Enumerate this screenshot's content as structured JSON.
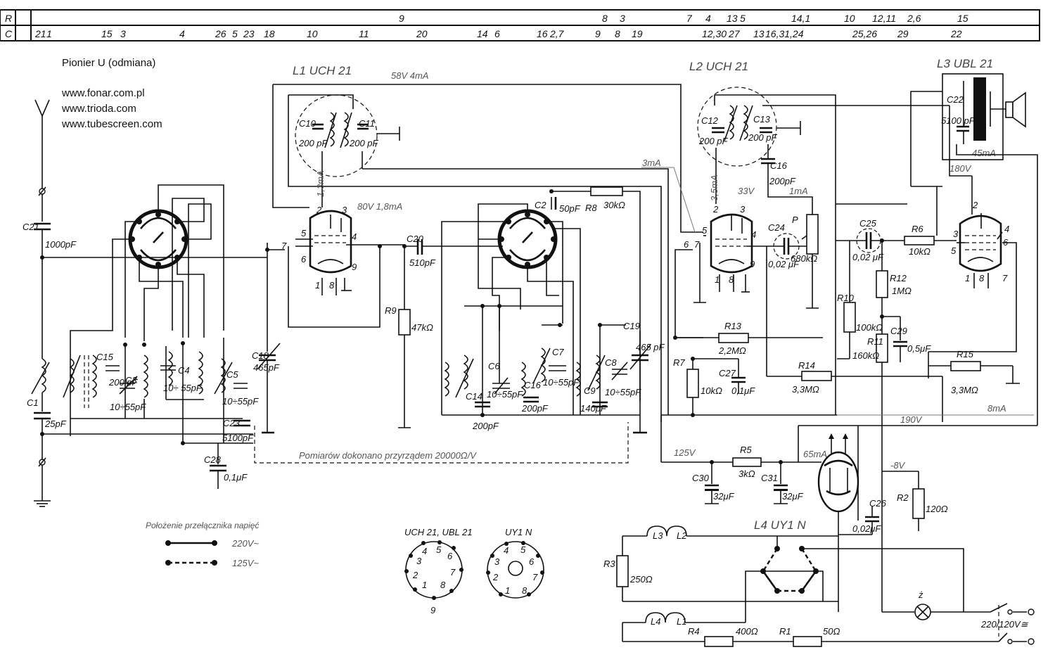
{
  "header": {
    "row_r_label": "R",
    "row_c_label": "C",
    "row_r": [
      "9",
      "8",
      "3",
      "7",
      "4",
      "13",
      "5",
      "14,1",
      "10",
      "12,11",
      "2,6",
      "15"
    ],
    "row_c": [
      "21",
      "1",
      "15",
      "3",
      "4",
      "26",
      "5",
      "23",
      "18",
      "10",
      "11",
      "20",
      "14",
      "6",
      "16",
      "2,7",
      "9",
      "8",
      "19",
      "12,30",
      "27",
      "13",
      "16,31,24",
      "25,26",
      "29",
      "22"
    ]
  },
  "title": {
    "name": "Pionier U (odmiana)",
    "site1": "www.fonar.com.pl",
    "site2": "www.trioda.com",
    "site3": "www.tubescreen.com"
  },
  "tubes": {
    "l1": "L1  UCH 21",
    "l2": "L2  UCH 21",
    "l3": "L3  UBL 21",
    "l4": "L4  UY1 N"
  },
  "measurements": {
    "m1": "58V   4mA",
    "m2": "80V  1,8mA",
    "m3": "1,3mA",
    "m4": "3mA",
    "m5": "3,5mA",
    "m6": "33V",
    "m7": "1mA",
    "m8": "180V",
    "m9": "45mA",
    "m10": "8mA",
    "m11": "190V",
    "m12": "125V",
    "m13": "65mA",
    "m14": "-8V"
  },
  "components": {
    "c21": "C21",
    "c21v": "1000pF",
    "c1": "C1",
    "c1v": "25pF",
    "c15": "C15",
    "c15v": "200 pF",
    "c3": "C3",
    "c3v": "10÷55pF",
    "c4": "C4",
    "c4v": "10÷  55pF",
    "c5": "C5",
    "c5v": "10÷55pF",
    "c18": "C18",
    "c18v": "465pF",
    "c23": "C23",
    "c23v": "5100pF",
    "c28": "C28",
    "c28v": "0,1μF",
    "c10": "C10",
    "c10v": "200 pF",
    "c11": "C11",
    "c11v": "200 pF",
    "c20": "C20",
    "c20v": "510pF",
    "r9": "R9",
    "r9v": "47kΩ",
    "c2": "C2",
    "c2v": "50pF",
    "r8": "R8",
    "r8v": "30kΩ",
    "c14": "C14",
    "c6": "C6",
    "c6v": "10÷55pF",
    "c14v": "200pF",
    "c16": "C16",
    "c16v": "200pF",
    "c7": "C7",
    "c7v": "10÷55pF",
    "c9": "C9",
    "c9v": "140pF",
    "c8": "C8",
    "c8v": "10÷55pF",
    "c19": "C19",
    "c19v": "465 pF",
    "c12": "C12",
    "c12v": "200 pF",
    "c13": "C13",
    "c13v": "200 pF",
    "c16b": "C16",
    "c16bv": "200pF",
    "c24": "C24",
    "c24v": "0,02 μF",
    "p": "P",
    "pv": "680kΩ",
    "r13": "R13",
    "r13v": "2,2MΩ",
    "r7": "R7",
    "r7v": "10kΩ",
    "c27": "C27",
    "c27v": "0,1μF",
    "r14": "R14",
    "r14v": "3,3MΩ",
    "c25": "C25",
    "c25v": "0,02 μF",
    "r6": "R6",
    "r6v": "10kΩ",
    "r12": "R12",
    "r12v": "1MΩ",
    "r10": "R10",
    "r10v": "100kΩ",
    "r11": "R11",
    "r11v": "160kΩ",
    "c29": "C29",
    "c29v": "0,5μF",
    "r15": "R15",
    "r15v": "3,3MΩ",
    "c22": "C22",
    "c22v": "5100 pF",
    "r5": "R5",
    "r5v": "3kΩ",
    "c30": "C30",
    "c30v": "32μF",
    "c31": "C31",
    "c31v": "32μF",
    "c26": "C26",
    "c26v": "0,02μF",
    "r2": "R2",
    "r2v": "120Ω",
    "r3": "R3",
    "r3v": "250Ω",
    "r4": "R4",
    "r4v": "400Ω",
    "r1": "R1",
    "r1v": "50Ω",
    "l3f": "L3",
    "l2f": "L2",
    "l4f": "L4",
    "l1f": "L1",
    "z": "ż",
    "mains": "220/120V≅"
  },
  "pins_l1": [
    "2",
    "3",
    "5",
    "7",
    "6",
    "4",
    "1",
    "8",
    "9"
  ],
  "pins_l2": [
    "2",
    "3",
    "5",
    "7",
    "6",
    "4",
    "1",
    "8",
    "9"
  ],
  "pins_l3": [
    "2",
    "3",
    "4",
    "5",
    "6",
    "1",
    "8",
    "7"
  ],
  "measure_note": "Pomiarów dokonano przyrządem 20000Ω/V",
  "legend": {
    "title": "Położenie przełącznika napięć",
    "v220": "220V~",
    "v125": "125V~"
  },
  "pinouts": {
    "uch21_title": "UCH 21, UBL 21",
    "uy1n_title": "UY1 N",
    "uch21_pins": [
      "4",
      "5",
      "6",
      "3",
      "7",
      "2",
      "1",
      "8",
      "9"
    ],
    "uy1n_pins": [
      "4",
      "5",
      "3",
      "6",
      "2",
      "7",
      "1",
      "8"
    ]
  }
}
